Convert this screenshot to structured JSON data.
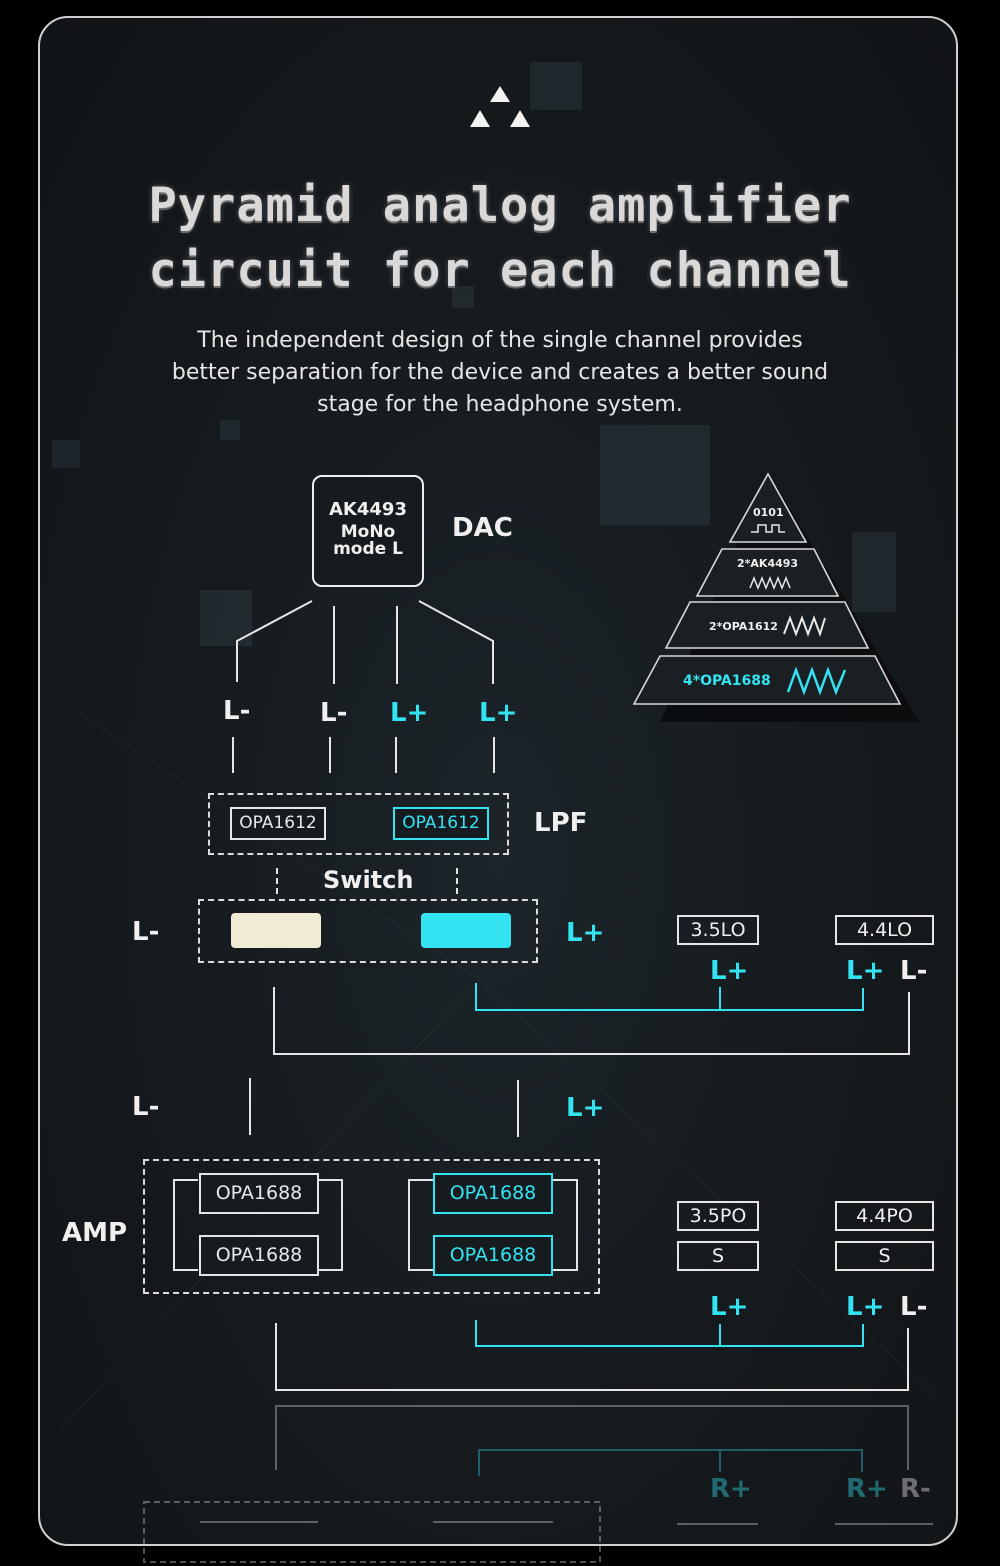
{
  "title": {
    "line1": "Pyramid analog amplifier",
    "line2": "circuit for each channel"
  },
  "description": {
    "line1": "The independent design of the single channel provides",
    "line2": "better separation for the device and creates a better sound",
    "line3": "stage for the headphone system."
  },
  "dac": {
    "chip_line1": "AK4493",
    "chip_line2": "MoNo",
    "chip_line3": "mode L",
    "label": "DAC"
  },
  "dac_outputs": [
    "L-",
    "L-",
    "L+",
    "L+"
  ],
  "lpf": {
    "chip_left": "OPA1612",
    "chip_right": "OPA1612",
    "label": "LPF"
  },
  "switch": {
    "label": "Switch",
    "left_label": "L-",
    "right_label": "L+"
  },
  "line_out": {
    "port_35": "3.5LO",
    "port_44": "4.4LO",
    "pin_35": "L+",
    "pin_44_plus": "L+",
    "pin_44_minus": "L-"
  },
  "amp_inputs": {
    "left": "L-",
    "right": "L+"
  },
  "amp": {
    "label": "AMP",
    "chips": [
      "OPA1688",
      "OPA1688",
      "OPA1688",
      "OPA1688"
    ]
  },
  "phone_out": {
    "port_35": "3.5PO",
    "port_35_sub": "S",
    "port_44": "4.4PO",
    "port_44_sub": "S",
    "pin_35": "L+",
    "pin_44_plus": "L+",
    "pin_44_minus": "L-"
  },
  "faded_pins": {
    "pin_35": "R+",
    "pin_44_plus": "R+",
    "pin_44_minus": "R-"
  },
  "pyramid": {
    "tier1": "0101",
    "tier2": "2*AK4493",
    "tier3": "2*OPA1612",
    "tier4": "4*OPA1688"
  },
  "colors": {
    "accent": "#34e3f2",
    "cream": "#f1ebd6",
    "line": "#e6e6e6",
    "background": "#161b1f"
  }
}
